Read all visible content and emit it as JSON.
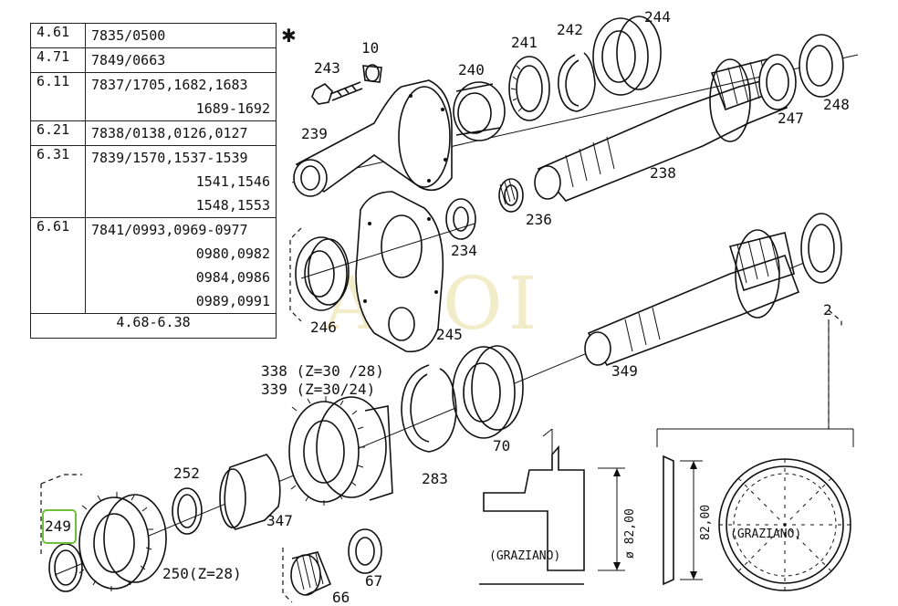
{
  "watermark": "AROI",
  "ref_table": {
    "rows": [
      {
        "code": "4.61",
        "parts": [
          "7835/0500"
        ]
      },
      {
        "code": "4.71",
        "parts": [
          "7849/0663"
        ]
      },
      {
        "code": "6.11",
        "parts": [
          "7837/1705,1682,1683",
          "1689-1692"
        ]
      },
      {
        "code": "6.21",
        "parts": [
          "7838/0138,0126,0127"
        ]
      },
      {
        "code": "6.31",
        "parts": [
          "7839/1570,1537-1539",
          "1541,1546",
          "1548,1553"
        ]
      },
      {
        "code": "6.61",
        "parts": [
          "7841/0993,0969-0977",
          "0980,0982",
          "0984,0986",
          "0989,0991"
        ]
      }
    ],
    "footer": "4.68-6.38"
  },
  "asterisk": "✱",
  "part_labels": {
    "p10": "10",
    "p243": "243",
    "p240": "240",
    "p241": "241",
    "p242": "242",
    "p244": "244",
    "p248": "248",
    "p247": "247",
    "p239": "239",
    "p238": "238",
    "p236": "236",
    "p234": "234",
    "p246": "246",
    "p245": "245",
    "p2": "2",
    "p349": "349",
    "p338": "338 (Z=30 /28)",
    "p339": "339 (Z=30/24)",
    "p70": "70",
    "p283": "283",
    "p252": "252",
    "p347": "347",
    "p249": "249",
    "p250": "250(Z=28)",
    "p66": "66",
    "p67": "67"
  },
  "detail_left": {
    "brand": "(GRAZIANO)",
    "dimension": "ø 82,00"
  },
  "detail_right": {
    "brand": "(GRAZIANO)",
    "dimension": "82,00"
  }
}
